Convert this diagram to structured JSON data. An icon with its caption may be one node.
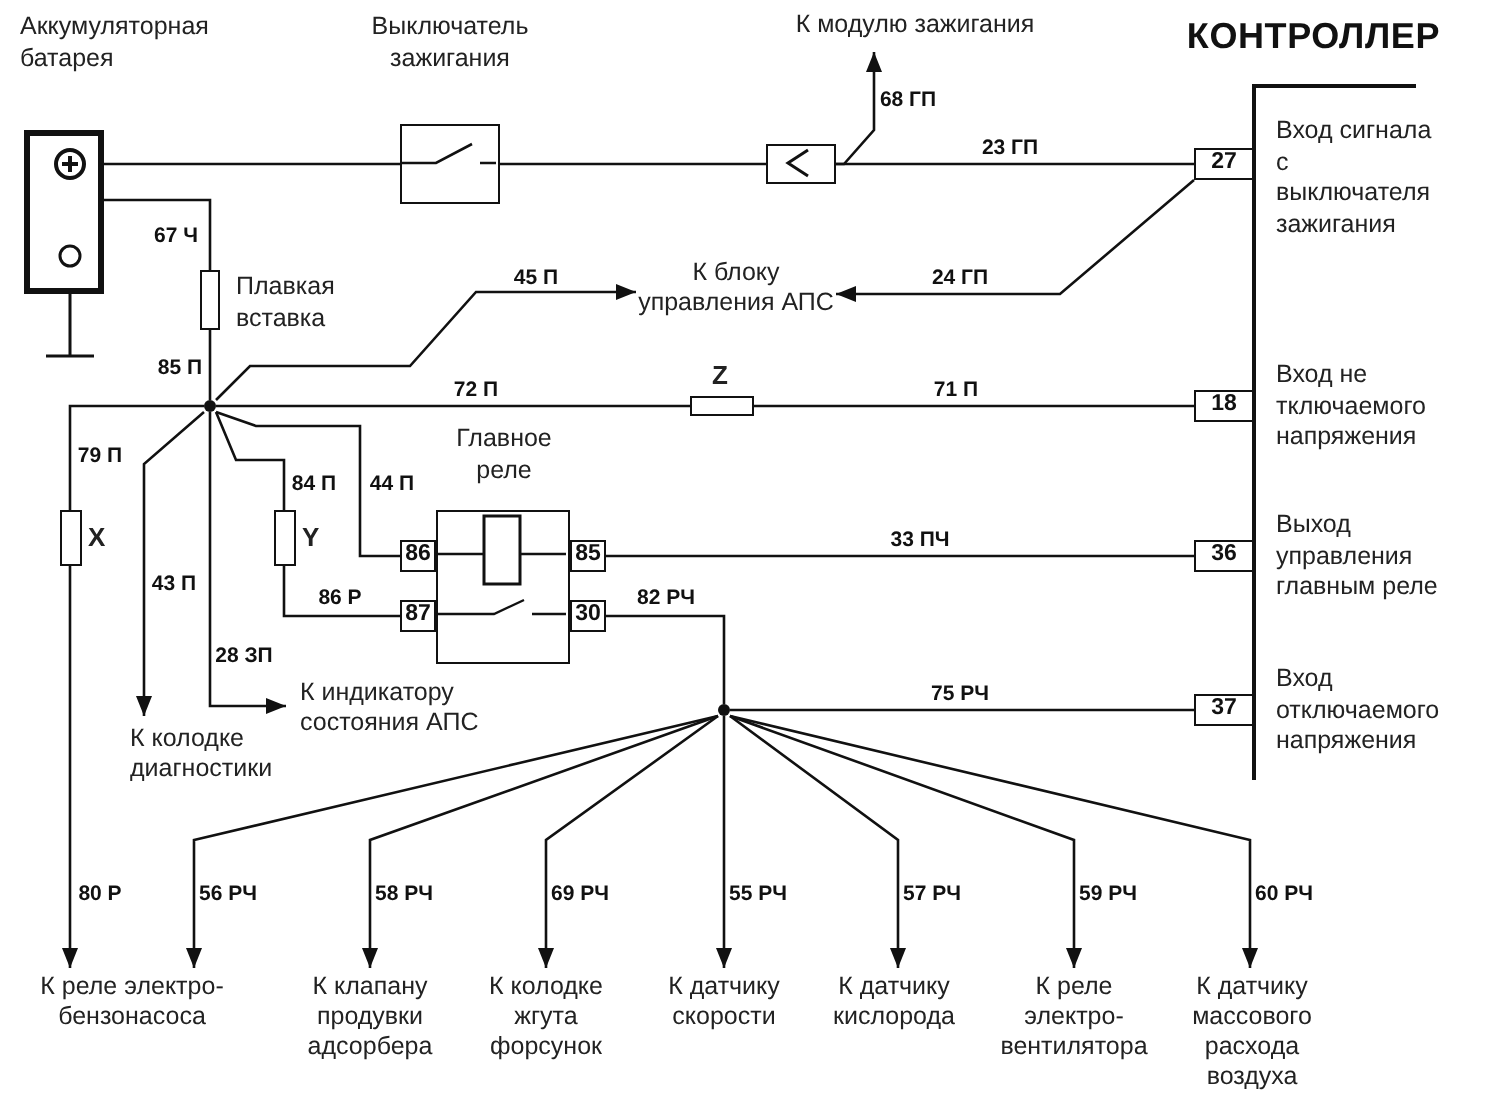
{
  "diagram": {
    "nodes": [
      {
        "text": [],
        "shape": "box",
        "beside": [
          "Аккумуляторная батарея"
        ]
      },
      {
        "text": [],
        "shape": "box",
        "beside": [
          "Выключатель зажигания"
        ]
      },
      {
        "text": [],
        "shape": "box"
      },
      {
        "text": [
          "К модулю зажигания"
        ]
      },
      {
        "text": [],
        "shape": "box",
        "beside": [
          "Плавкая вставка"
        ]
      },
      {
        "text": [],
        "shape": "circle"
      },
      {
        "text": [
          "К блоку управления АПС"
        ]
      },
      {
        "text": [],
        "shape": "box",
        "beside": [
          "Z"
        ]
      },
      {
        "text": [],
        "shape": "box",
        "beside": [
          "X"
        ]
      },
      {
        "text": [],
        "shape": "box",
        "beside": [
          "Y"
        ]
      },
      {
        "text": [],
        "shape": "box",
        "beside": [
          "Главное реле"
        ]
      },
      {
        "text": [
          "86"
        ]
      },
      {
        "text": [
          "85"
        ]
      },
      {
        "text": [
          "87"
        ]
      },
      {
        "text": [
          "30"
        ]
      },
      {
        "text": [
          "КОНТРОЛЛЕР",
          "Вход сигнала с выключателя зажигания",
          "Вход не тключаемого напряжения",
          "Выход управления главным реле",
          "Вход отключаемого напряжения"
        ]
      },
      {
        "text": [
          "27"
        ],
        "in": 15
      },
      {
        "text": [
          "18"
        ],
        "in": 15
      },
      {
        "text": [
          "36"
        ],
        "in": 15
      },
      {
        "text": [
          "37"
        ],
        "in": 15
      },
      {
        "text": [
          "К индикатору состояния АПС"
        ]
      },
      {
        "text": [
          "К колодке диагностики"
        ]
      },
      {
        "text": [],
        "shape": "circle"
      },
      {
        "text": [
          "К реле электро- бензонасоса"
        ]
      },
      {
        "text": [
          "К клапану продувки адсорбера"
        ]
      },
      {
        "text": [
          "К колодке жгута форсунок"
        ]
      },
      {
        "text": [
          "К датчику скорости"
        ]
      },
      {
        "text": [
          "К датчику кислорода"
        ]
      },
      {
        "text": [
          "К реле электро- вентилятора"
        ]
      },
      {
        "text": [
          "К датчику массового расхода воздуха"
        ]
      }
    ],
    "edges": [
      {
        "from": 0,
        "to": 1,
        "arrow": "none"
      },
      {
        "from": 1,
        "to": 2,
        "arrow": "none"
      },
      {
        "from": 2,
        "to": 16,
        "arrow": "none",
        "label": "23 ГП"
      },
      {
        "from": 2,
        "to": 3,
        "arrow": "to",
        "label": "68 ГП"
      },
      {
        "from": 16,
        "to": 6,
        "arrow": "to",
        "label": "24 ГП"
      },
      {
        "from": 0,
        "to": 4,
        "arrow": "none",
        "label": "67 Ч"
      },
      {
        "from": 4,
        "to": 5,
        "arrow": "none",
        "label": "85 П"
      },
      {
        "from": 5,
        "to": 6,
        "arrow": "to",
        "label": "45 П"
      },
      {
        "from": 5,
        "to": 7,
        "arrow": "none",
        "label": "72 П"
      },
      {
        "from": 7,
        "to": 17,
        "arrow": "none",
        "label": "71 П"
      },
      {
        "from": 5,
        "to": 8,
        "arrow": "none",
        "label": "79 П"
      },
      {
        "from": 8,
        "to": 23,
        "arrow": "to",
        "label": "80 Р"
      },
      {
        "from": 5,
        "to": 21,
        "arrow": "to",
        "label": "43 П"
      },
      {
        "from": 5,
        "to": 20,
        "arrow": "to",
        "label": "28 ЗП"
      },
      {
        "from": 5,
        "to": 9,
        "arrow": "none",
        "label": "84 П"
      },
      {
        "from": 9,
        "to": 13,
        "arrow": "none",
        "label": "86 Р"
      },
      {
        "from": 5,
        "to": 11,
        "arrow": "none",
        "label": "44 П"
      },
      {
        "from": 12,
        "to": 18,
        "arrow": "none",
        "label": "33 ПЧ"
      },
      {
        "from": 14,
        "to": 22,
        "arrow": "none",
        "label": "82 РЧ"
      },
      {
        "from": 22,
        "to": 19,
        "arrow": "none",
        "label": "75 РЧ"
      },
      {
        "from": 22,
        "to": 23,
        "arrow": "to",
        "label": "56 РЧ"
      },
      {
        "from": 22,
        "to": 24,
        "arrow": "to",
        "label": "58 РЧ"
      },
      {
        "from": 22,
        "to": 25,
        "arrow": "to",
        "label": "69 РЧ"
      },
      {
        "from": 22,
        "to": 26,
        "arrow": "to",
        "label": "55 РЧ"
      },
      {
        "from": 22,
        "to": 27,
        "arrow": "to",
        "label": "57 РЧ"
      },
      {
        "from": 22,
        "to": 28,
        "arrow": "to",
        "label": "59 РЧ"
      },
      {
        "from": 22,
        "to": 29,
        "arrow": "to",
        "label": "60 РЧ"
      }
    ]
  }
}
